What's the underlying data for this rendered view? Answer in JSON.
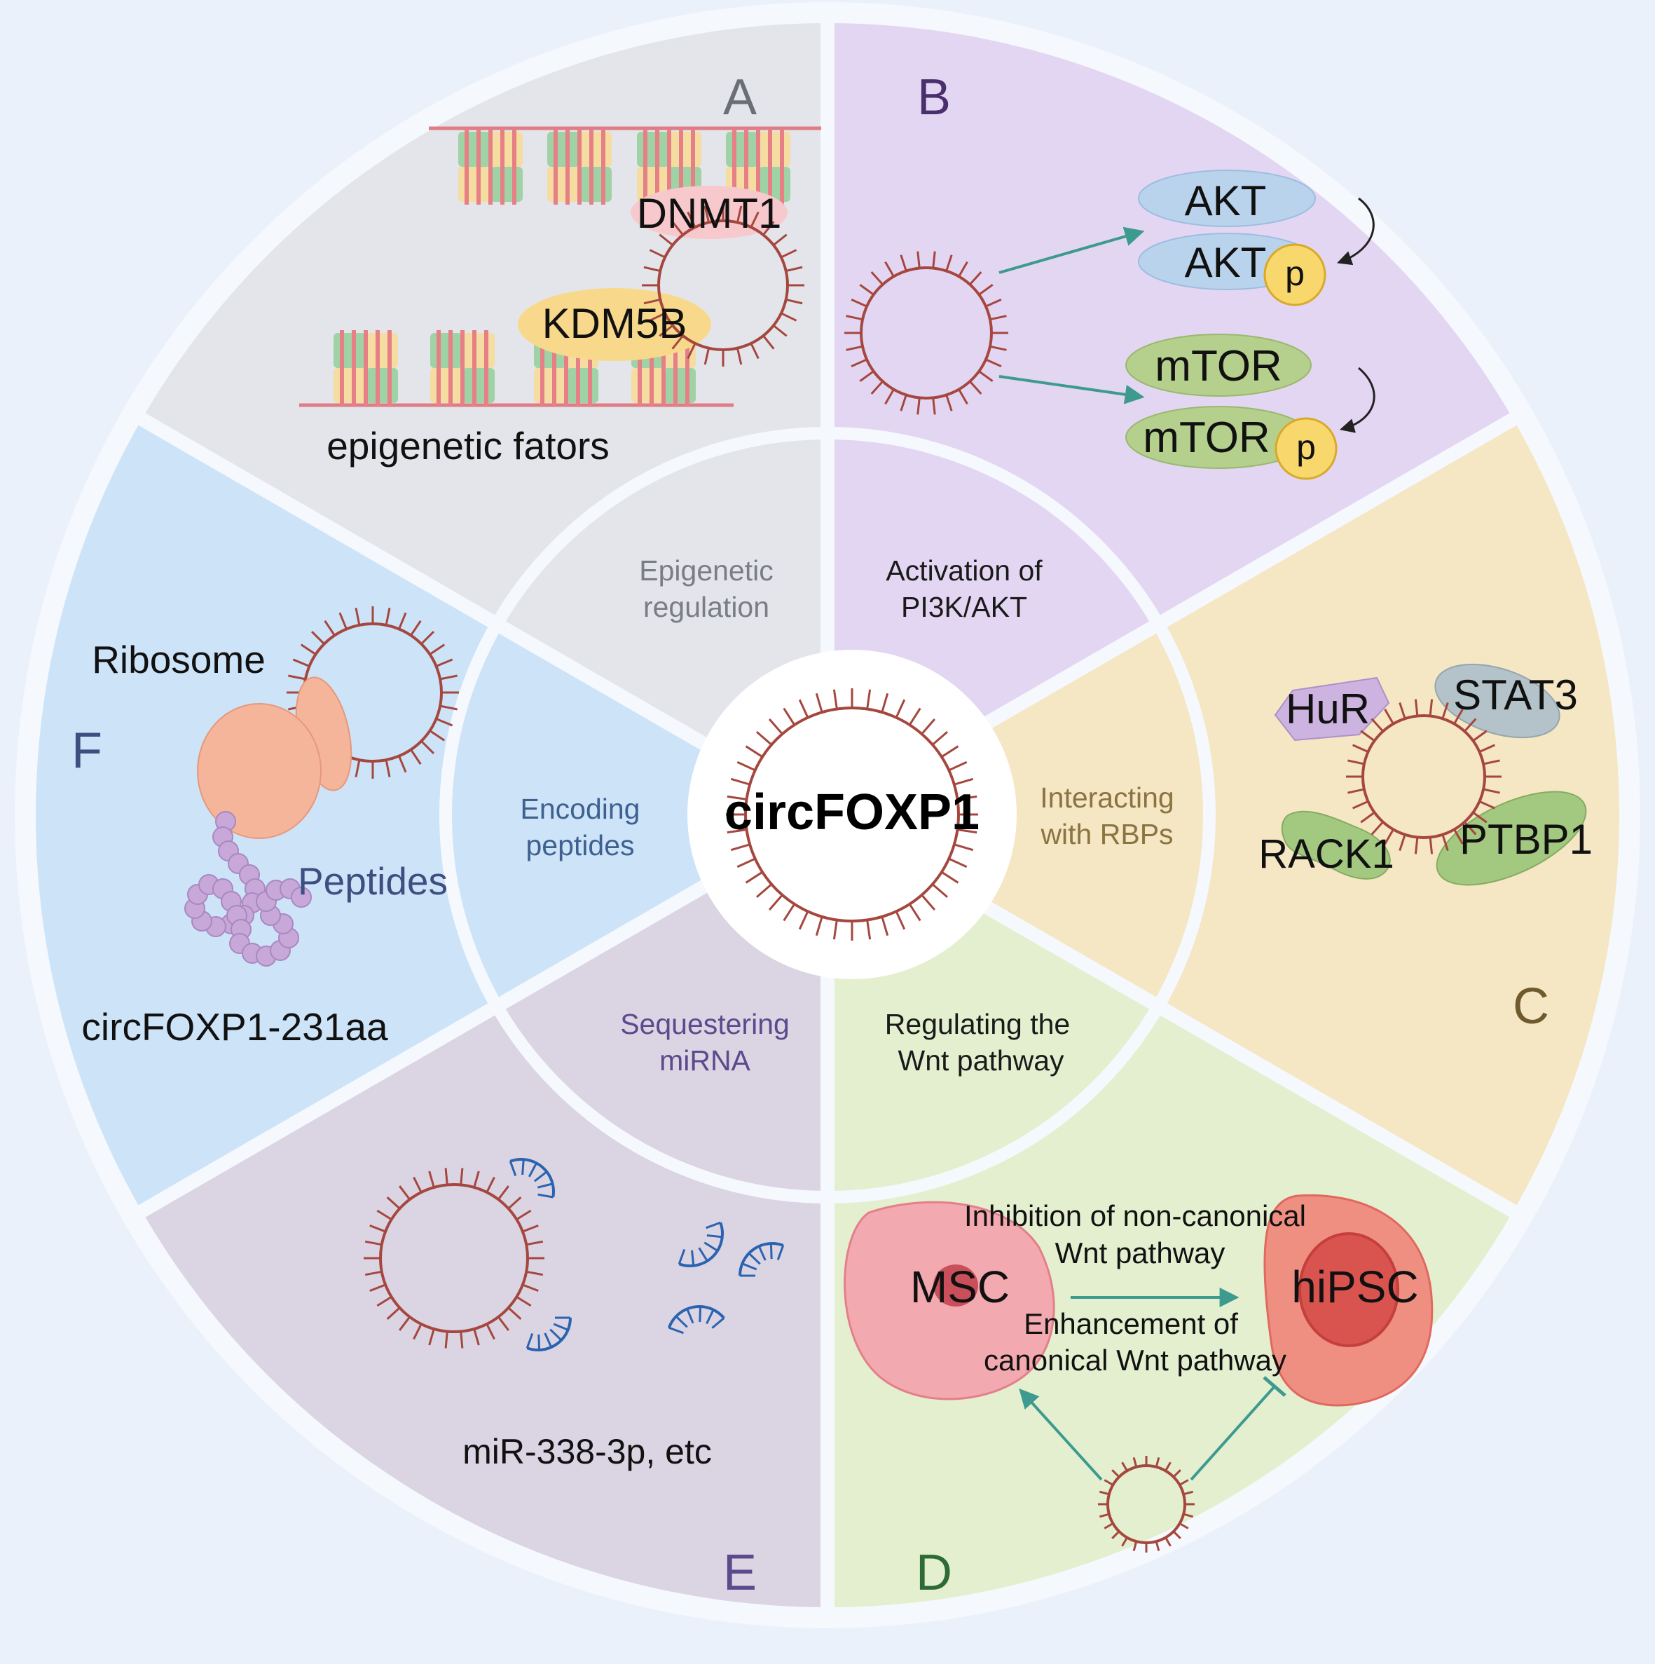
{
  "center": {
    "label": "circFOXP1"
  },
  "colors": {
    "page_bg": "#eaf1fb",
    "outer_ring": "#f5f8fd",
    "separator": "#f5f8fd",
    "A": "#e3e5ea",
    "B": "#e3d6f2",
    "C": "#f5e6c4",
    "D": "#e3efcf",
    "E": "#dad4e3",
    "F": "#cde3f8",
    "circrna": "#a5473e",
    "arrow_teal": "#3d9a8f",
    "mirna": "#2a63b0",
    "phospho": "#f8d86d",
    "akt": "#b9d3ec",
    "mtor": "#b5cf8c",
    "ribosome": "#f4b59a",
    "peptide": "#c7a8d8",
    "nucleosome_red": "#e77f86",
    "nucleosome_green": "#9fd3a5",
    "nucleosome_yellow": "#f5dca0",
    "msc_cell": "#f3a9b0",
    "hipsc_cell": "#ef8f82"
  },
  "sections": {
    "A": {
      "letter": "A",
      "inner_label": [
        "Epigenetic",
        "regulation"
      ],
      "proteins": [
        "DNMT1",
        "KDM5B"
      ],
      "caption": "epigenetic fators"
    },
    "B": {
      "letter": "B",
      "inner_label": [
        "Activation of",
        "PI3K/AKT"
      ],
      "proteins": [
        "AKT",
        "AKT",
        "mTOR",
        "mTOR"
      ],
      "phospho": "p"
    },
    "C": {
      "letter": "C",
      "inner_label": [
        "Interacting",
        "with RBPs"
      ],
      "proteins": [
        "HuR",
        "STAT3",
        "RACK1",
        "PTBP1"
      ]
    },
    "D": {
      "letter": "D",
      "inner_label": [
        "Regulating the",
        "Wnt pathway"
      ],
      "cells": [
        "MSC",
        "hiPSC"
      ],
      "notes": [
        "Inhibition of non-canonical",
        "Wnt pathway",
        "Enhancement of",
        "canonical Wnt pathway"
      ]
    },
    "E": {
      "letter": "E",
      "inner_label": [
        "Sequestering",
        "miRNA"
      ],
      "caption": "miR-338-3p, etc"
    },
    "F": {
      "letter": "F",
      "inner_label": [
        "Encoding",
        "peptides"
      ],
      "labels": [
        "Ribosome",
        "Peptides"
      ],
      "caption": "circFOXP1-231aa"
    }
  }
}
